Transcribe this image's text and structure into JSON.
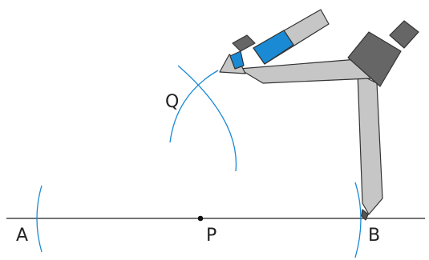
{
  "labels": {
    "a": "A",
    "p": "P",
    "b": "B",
    "q": "Q"
  },
  "colors": {
    "line": "#222222",
    "arc": "#1a8ad4",
    "compass_body": "#c6c6c6",
    "compass_outline": "#333333",
    "compass_hinge": "#666666",
    "pencil_sleeve": "#1a8ad4"
  },
  "icons": {
    "compass": "compass-tool-icon"
  }
}
